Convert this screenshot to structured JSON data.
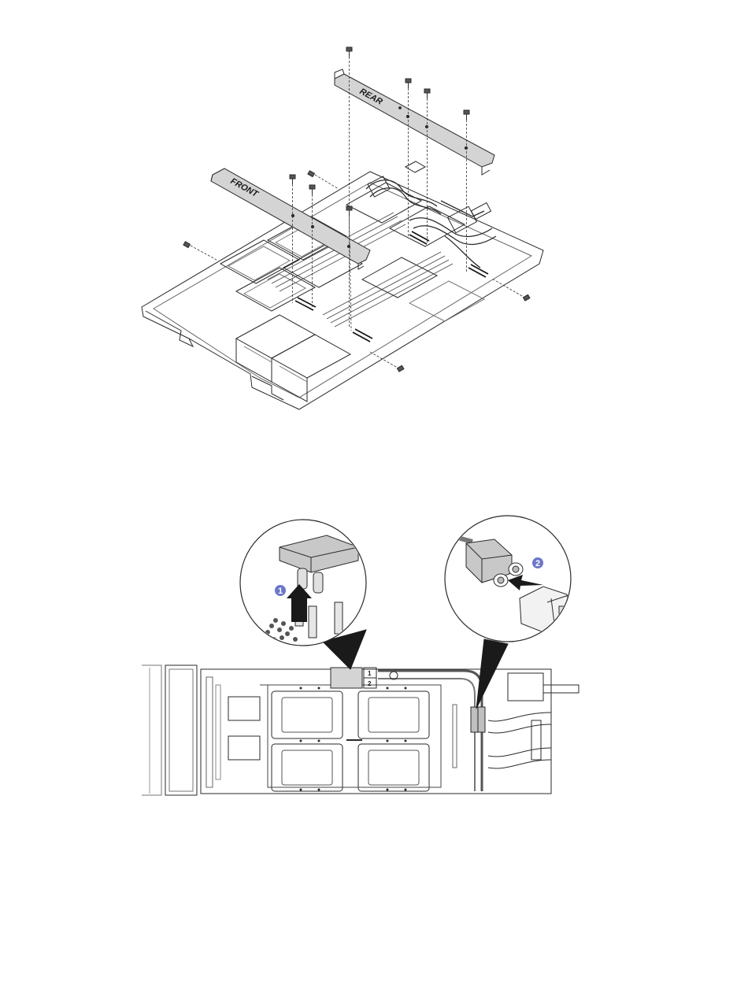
{
  "figure_top": {
    "front_label": "FRONT",
    "rear_label": "REAR"
  },
  "figure_bottom": {
    "callouts": [
      {
        "number": "1"
      },
      {
        "number": "2"
      }
    ],
    "port_labels": [
      "1",
      "2"
    ]
  },
  "colors": {
    "line": "#2a2a2a",
    "callout": "#6b77c9",
    "bracket_fill": "#d4d4d4",
    "dark_fill": "#555555"
  }
}
